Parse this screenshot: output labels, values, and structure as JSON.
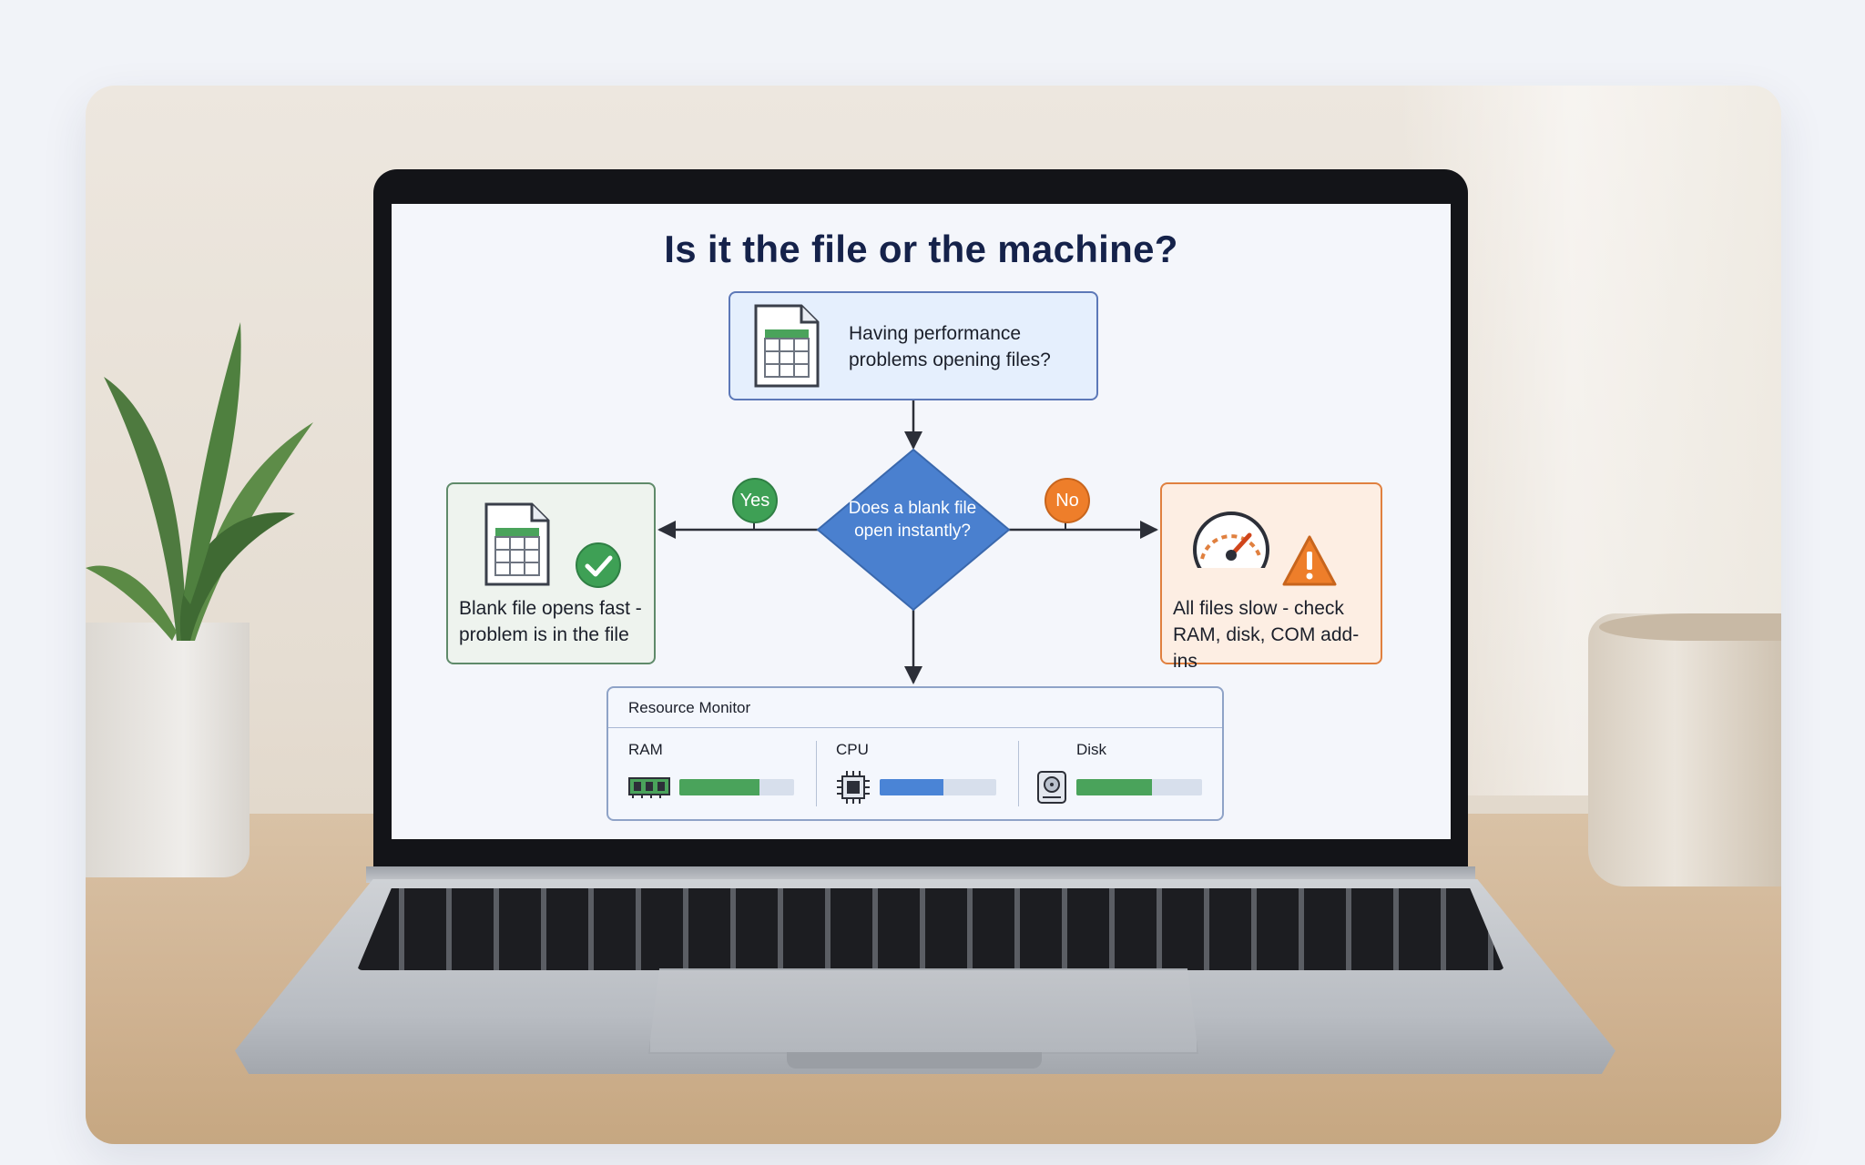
{
  "diagram": {
    "title": "Is it the file or the machine?",
    "start": {
      "text": "Having performance problems opening files?",
      "icon": "spreadsheet-icon"
    },
    "decision": {
      "text": "Does a blank file open instantly?",
      "color": "#4a80cf"
    },
    "branches": {
      "yes": {
        "label": "Yes",
        "text": "Blank file opens fast - problem is in the file",
        "icons": [
          "spreadsheet-icon",
          "check-circle-icon"
        ],
        "color": "#3ea055"
      },
      "no": {
        "label": "No",
        "text": "All files slow - check RAM, disk, COM add-ins",
        "icons": [
          "speedometer-icon",
          "warning-triangle-icon"
        ],
        "color": "#ee7e2a"
      }
    },
    "resource_monitor": {
      "title": "Resource Monitor",
      "metrics": [
        {
          "label": "RAM",
          "icon": "ram-chip-icon",
          "level": 0.7,
          "color": "#4aa35b"
        },
        {
          "label": "CPU",
          "icon": "cpu-icon",
          "level": 0.55,
          "color": "#4a84d6"
        },
        {
          "label": "Disk",
          "icon": "hard-drive-icon",
          "level": 0.6,
          "color": "#4aa35b"
        }
      ]
    }
  }
}
